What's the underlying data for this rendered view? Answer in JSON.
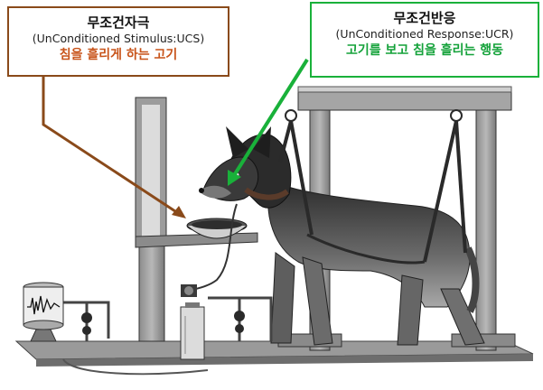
{
  "ucs": {
    "title": "무조건자극",
    "subtitle": "(UnConditioned Stimulus:UCS)",
    "description": "침을 흘리게 하는 고기",
    "border_color": "#8a4a1a",
    "text_color": "#c8541a"
  },
  "ucr": {
    "title": "무조건반응",
    "subtitle": "(UnConditioned Response:UCR)",
    "description": "고기를 보고 침을 흘리는 행동",
    "border_color": "#19b13a",
    "text_color": "#14a23a"
  },
  "illustration": {
    "subject": "dog-in-harness-icon",
    "apparatus": [
      "food-bowl-icon",
      "saliva-tube-icon",
      "collection-jar-icon",
      "kymograph-drum-icon",
      "valve-icon"
    ]
  }
}
